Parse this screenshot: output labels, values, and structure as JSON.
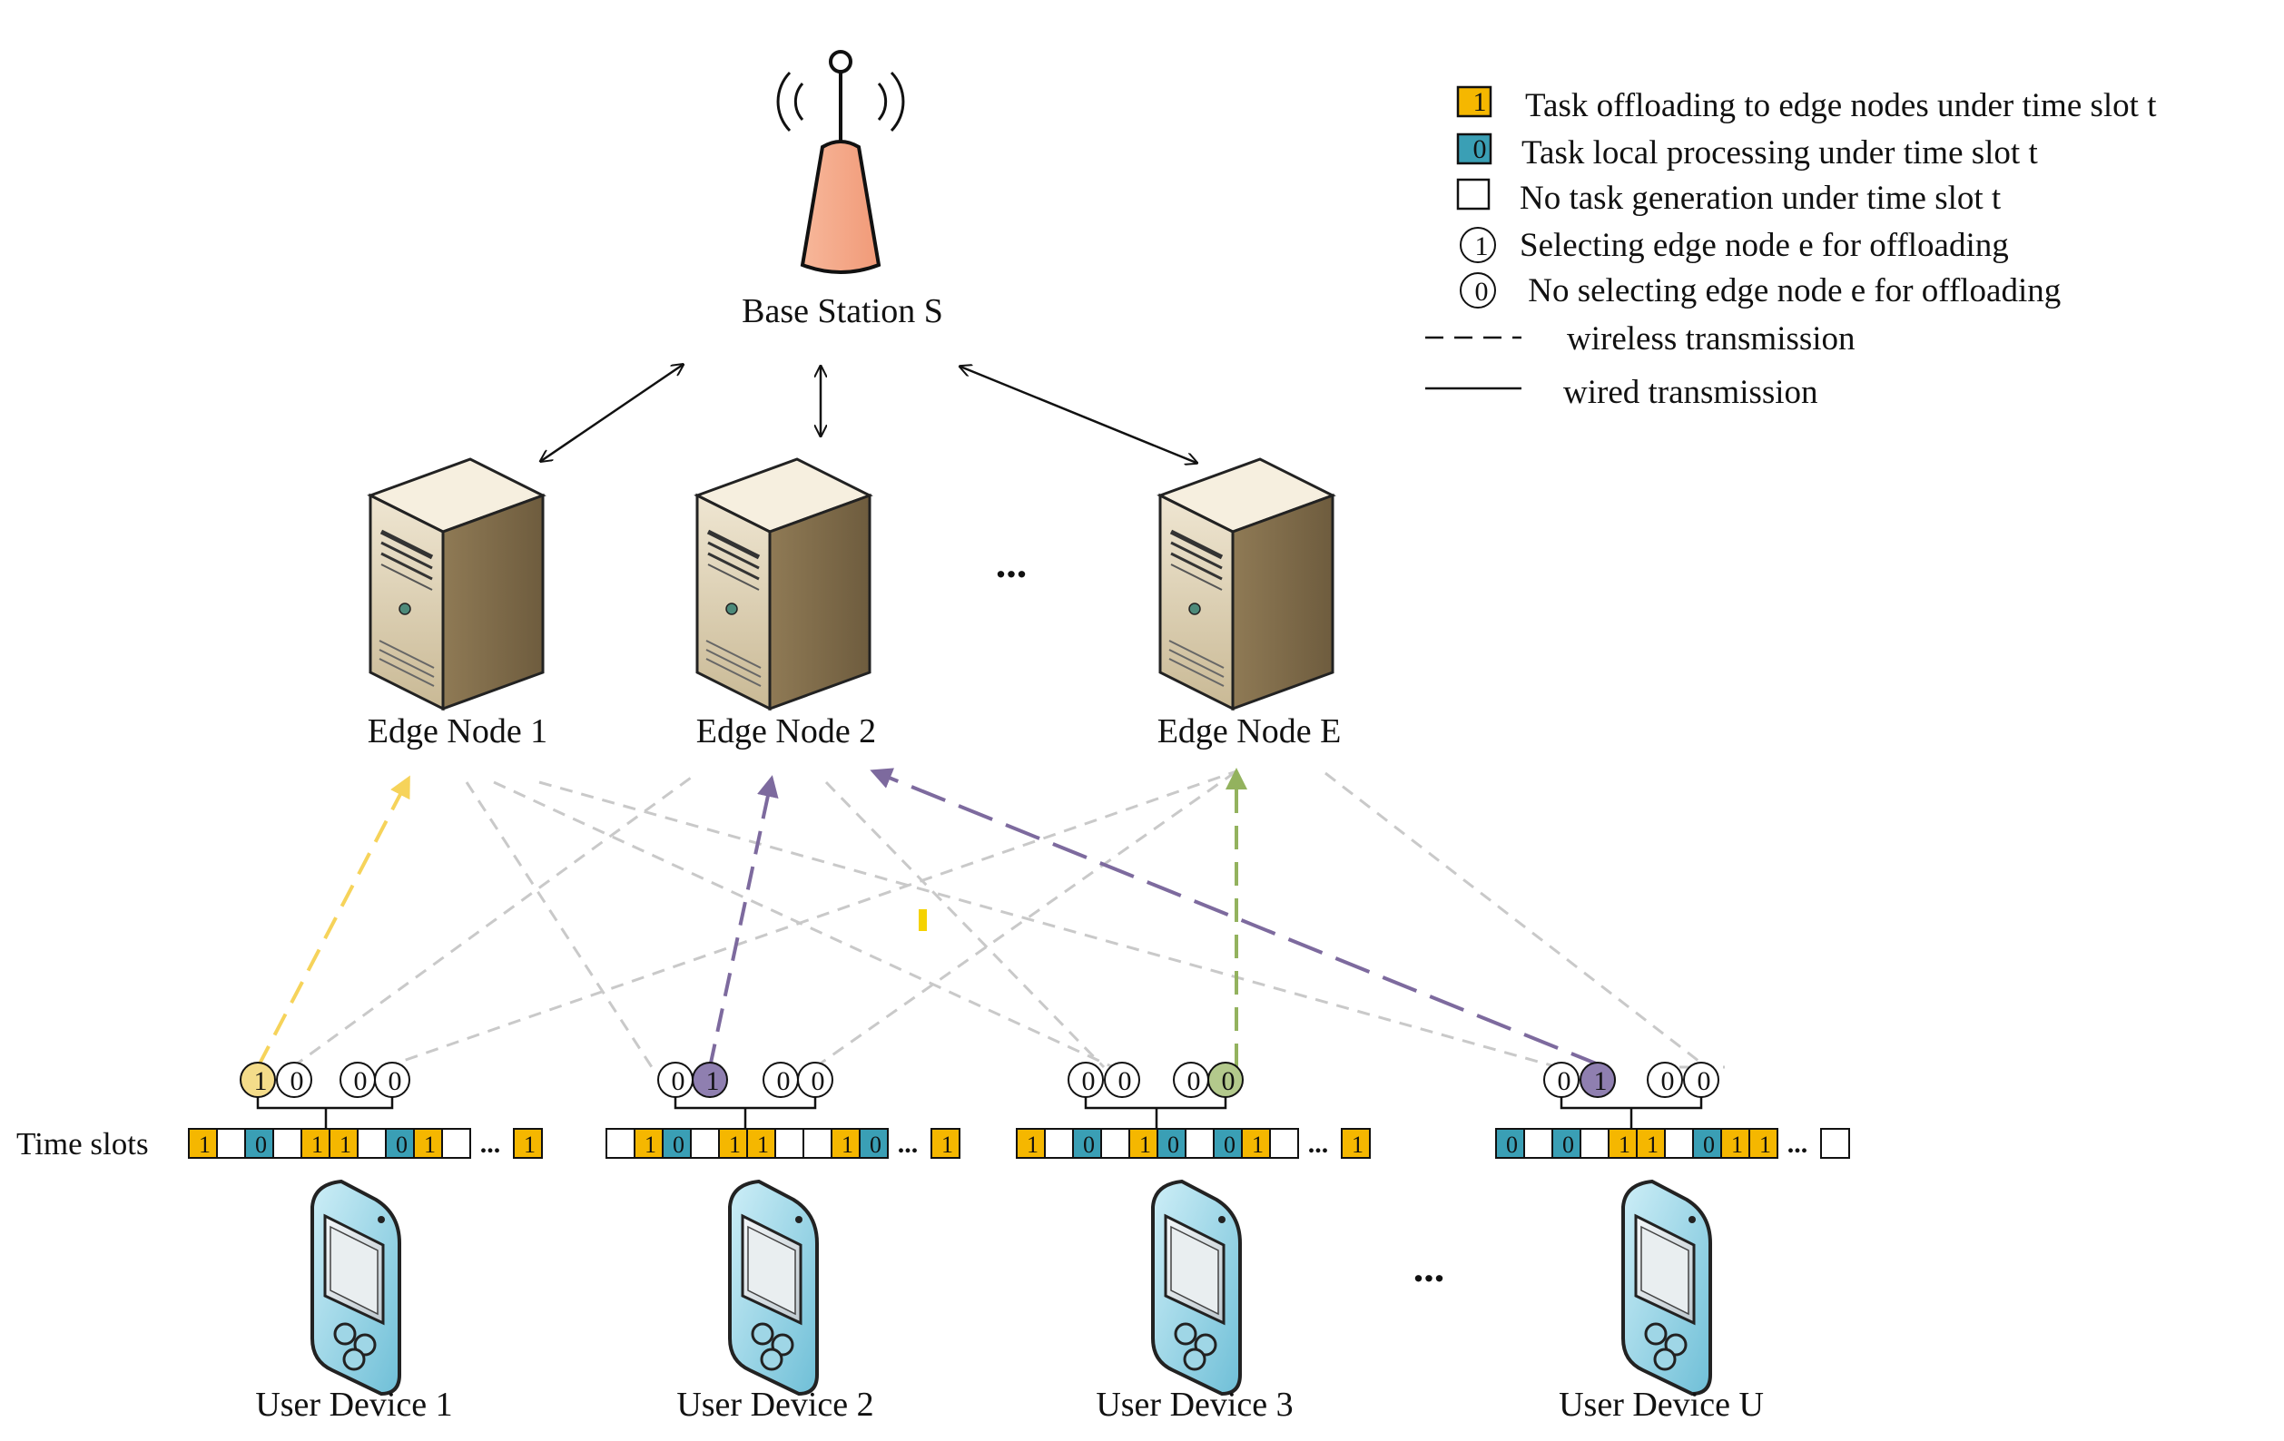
{
  "colors": {
    "offload": "#f5b700",
    "local": "#3a9fb5",
    "empty": "#ffffff",
    "link_gray": "#c9c9c9",
    "yellow_link": "#f6d35a",
    "purple_link": "#7d6a9e",
    "green_link": "#93b25e",
    "sel_yellow": "#f4dc8a",
    "sel_purple": "#8f7fb0",
    "sel_green": "#b3c98c"
  },
  "base_station": {
    "label": "Base Station S",
    "icon": "antenna-tower-icon"
  },
  "edge_nodes": [
    {
      "id": "edge-1",
      "label": "Edge Node 1",
      "icon": "server-icon"
    },
    {
      "id": "edge-2",
      "label": "Edge Node 2",
      "icon": "server-icon"
    },
    {
      "id": "edge-e",
      "label": "Edge Node E",
      "icon": "server-icon"
    }
  ],
  "edge_ellipsis": "...",
  "device_ellipsis": "...",
  "time_slots_label": "Time slots",
  "slot_ellipsis": "...",
  "user_devices": [
    {
      "id": "ud-1",
      "label": "User Device 1",
      "icon": "pda-device-icon",
      "selection": [
        "1",
        "0",
        "0",
        "0"
      ],
      "selected_index": 0,
      "selected_color": "sel_yellow",
      "slots": [
        "1",
        "",
        "0",
        "",
        "1",
        "1",
        "",
        "0",
        "1",
        "",
        "1"
      ]
    },
    {
      "id": "ud-2",
      "label": "User Device 2",
      "icon": "pda-device-icon",
      "selection": [
        "0",
        "1",
        "0",
        "0"
      ],
      "selected_index": 1,
      "selected_color": "sel_purple",
      "slots": [
        "",
        "1",
        "0",
        "",
        "1",
        "1",
        "",
        "",
        "1",
        "0",
        "1"
      ]
    },
    {
      "id": "ud-3",
      "label": "User Device 3",
      "icon": "pda-device-icon",
      "selection": [
        "0",
        "0",
        "0",
        "0"
      ],
      "selected_index": 3,
      "selected_color": "sel_green",
      "slots": [
        "1",
        "",
        "0",
        "",
        "1",
        "0",
        "",
        "0",
        "1",
        "",
        "1"
      ]
    },
    {
      "id": "ud-u",
      "label": "User Device U",
      "icon": "pda-device-icon",
      "selection": [
        "0",
        "1",
        "0",
        "0"
      ],
      "selected_index": 1,
      "selected_color": "sel_purple",
      "slots": [
        "0",
        "",
        "0",
        "",
        "1",
        "1",
        "",
        "0",
        "1",
        "1",
        ""
      ]
    }
  ],
  "legend": [
    {
      "kind": "square-offload",
      "symbol": "1",
      "text": "Task offloading to edge nodes under time slot t"
    },
    {
      "kind": "square-local",
      "symbol": "0",
      "text": "Task local processing under time slot t"
    },
    {
      "kind": "square-empty",
      "symbol": "",
      "text": "No task generation under time slot t"
    },
    {
      "kind": "circle",
      "symbol": "1",
      "text": "Selecting edge node e for offloading"
    },
    {
      "kind": "circle",
      "symbol": "0",
      "text": " No selecting edge node e for offloading"
    },
    {
      "kind": "dashed",
      "symbol": "",
      "text": "wireless transmission"
    },
    {
      "kind": "solid",
      "symbol": "",
      "text": "wired transmission"
    }
  ]
}
